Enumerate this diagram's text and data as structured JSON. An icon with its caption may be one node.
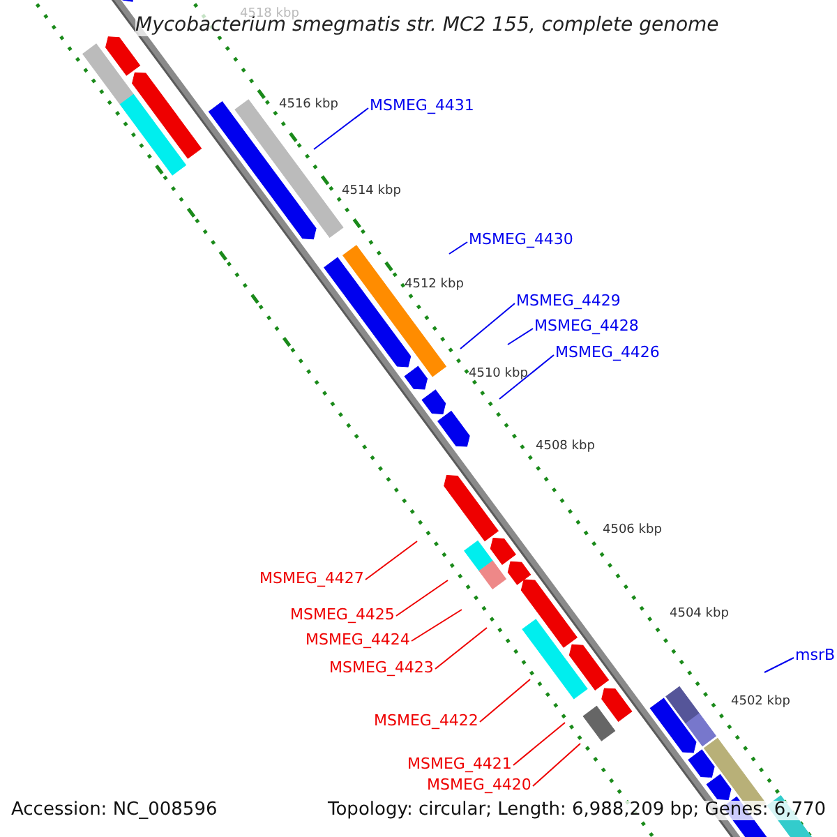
{
  "diagram": {
    "title": "Mycobacterium smegmatis str. MC2 155, complete genome",
    "nodes": [
      {
        "text": [
          "MSMEG_4431"
        ]
      },
      {
        "text": [
          "MSMEG_4430"
        ]
      },
      {
        "text": [
          "MSMEG_4429"
        ]
      },
      {
        "text": [
          "MSMEG_4428"
        ]
      },
      {
        "text": [
          "MSMEG_4426"
        ]
      },
      {
        "text": [
          "MSMEG_4427"
        ]
      },
      {
        "text": [
          "MSMEG_4425"
        ]
      },
      {
        "text": [
          "MSMEG_4424"
        ]
      },
      {
        "text": [
          "MSMEG_4423"
        ]
      },
      {
        "text": [
          "msrB"
        ]
      },
      {
        "text": [
          "MSMEG_4422"
        ]
      },
      {
        "text": [
          "MSMEG_4421"
        ]
      },
      {
        "text": [
          "MSMEG_4420"
        ]
      }
    ],
    "edges": [
      {
        "from": 0,
        "to": null,
        "arrow": "none",
        "color": "#0000ee"
      },
      {
        "from": 1,
        "to": null,
        "arrow": "none",
        "color": "#0000ee"
      },
      {
        "from": 2,
        "to": null,
        "arrow": "none",
        "color": "#0000ee"
      },
      {
        "from": 3,
        "to": null,
        "arrow": "none",
        "color": "#0000ee"
      },
      {
        "from": 4,
        "to": null,
        "arrow": "none",
        "color": "#0000ee"
      },
      {
        "from": 5,
        "to": null,
        "arrow": "none"
      },
      {
        "from": 6,
        "to": null,
        "arrow": "none"
      },
      {
        "from": 7,
        "to": null,
        "arrow": "none"
      },
      {
        "from": 8,
        "to": null,
        "arrow": "none"
      },
      {
        "from": 9,
        "to": null,
        "arrow": "none",
        "color": "#0000ee"
      },
      {
        "from": 10,
        "to": null,
        "arrow": "none"
      },
      {
        "from": 11,
        "to": null,
        "arrow": "none"
      },
      {
        "from": 12,
        "to": null,
        "arrow": "none"
      }
    ],
    "labels": [
      "4518 kbp",
      "4516 kbp",
      "4514 kbp",
      "4512 kbp",
      "4510 kbp",
      "4508 kbp",
      "4506 kbp",
      "4504 kbp",
      "4502 kbp",
      "Accession: NC_008596",
      "Topology: circular; Length: 6,988,209 bp; Genes: 6,770"
    ]
  }
}
